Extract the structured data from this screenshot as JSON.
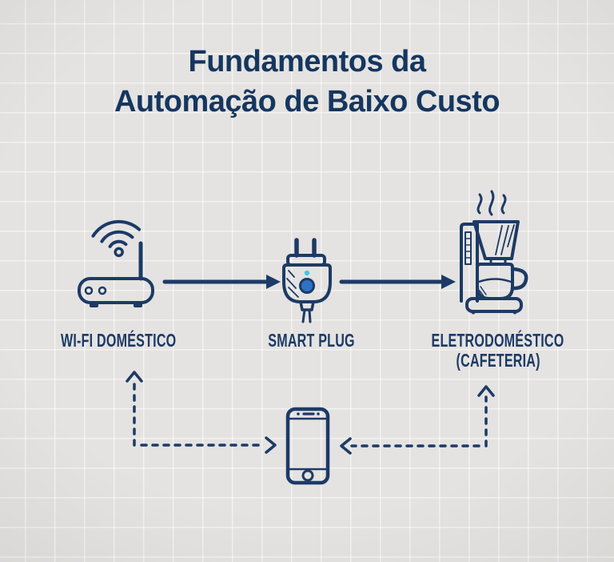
{
  "title": {
    "line1": "Fundamentos da",
    "line2": "Automação de Baixo Custo"
  },
  "nodes": {
    "router": {
      "label": "WI-FI DOMÉSTICO",
      "icon": "wifi-router-icon"
    },
    "plug": {
      "label": "SMART PLUG",
      "icon": "smart-plug-icon"
    },
    "appliance": {
      "label": "ELETRODOMÉSTICO",
      "sublabel": "(CAFETERIA)",
      "icon": "coffee-maker-icon"
    },
    "phone": {
      "icon": "smartphone-icon"
    }
  },
  "connections": [
    {
      "from": "router",
      "to": "plug",
      "style": "solid-arrow"
    },
    {
      "from": "plug",
      "to": "appliance",
      "style": "solid-arrow"
    },
    {
      "from": "phone",
      "to": "router",
      "style": "dashed-arrow"
    },
    {
      "from": "phone",
      "to": "appliance",
      "style": "dashed-arrow"
    }
  ],
  "colors": {
    "bg": "#e4e3e1",
    "ink": "#1d3a66",
    "ink_title": "#15365f",
    "accent_cyan": "#3fc9e8",
    "button_blue": "#2f72c4"
  }
}
